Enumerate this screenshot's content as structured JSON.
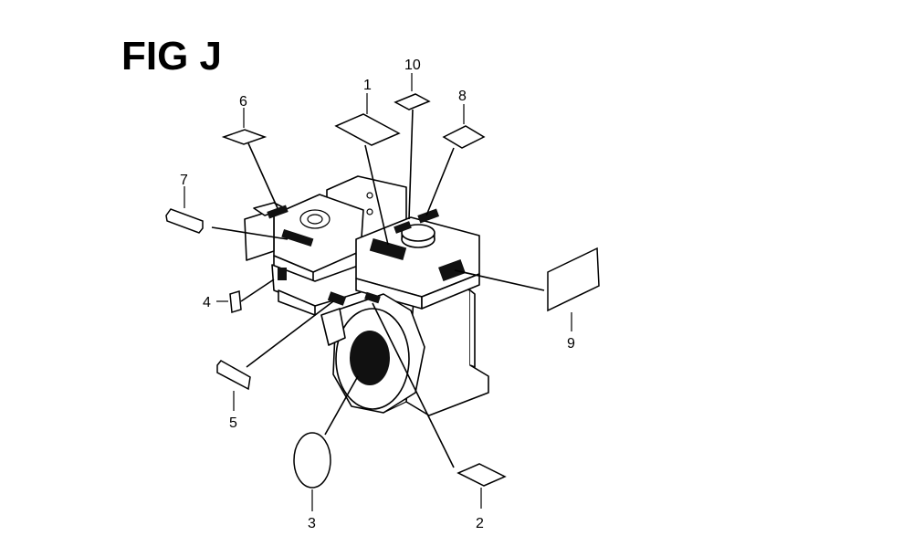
{
  "figure": {
    "title": "FIG J"
  },
  "callouts": [
    {
      "id": "1",
      "text": "1"
    },
    {
      "id": "2",
      "text": "2"
    },
    {
      "id": "3",
      "text": "3"
    },
    {
      "id": "4",
      "text": "4"
    },
    {
      "id": "5",
      "text": "5"
    },
    {
      "id": "6",
      "text": "6"
    },
    {
      "id": "7",
      "text": "7"
    },
    {
      "id": "8",
      "text": "8"
    },
    {
      "id": "9",
      "text": "9"
    },
    {
      "id": "10",
      "text": "10"
    }
  ]
}
